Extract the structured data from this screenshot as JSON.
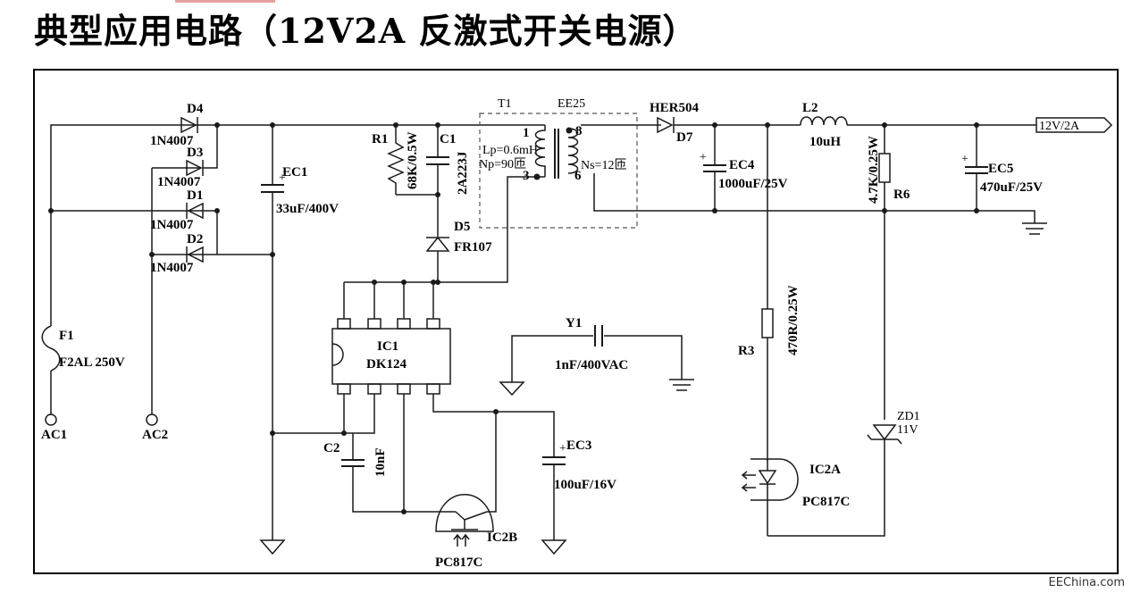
{
  "title": "典型应用电路（12V2A 反激式开关电源）",
  "watermark": "EEChina.com",
  "colors": {
    "accent": "#e8a0a0",
    "line": "#1a1a1a"
  },
  "components": {
    "d4": {
      "ref": "D4",
      "part": "1N4007"
    },
    "d3": {
      "ref": "D3",
      "part": "1N4007"
    },
    "d1": {
      "ref": "D1",
      "part": "1N4007"
    },
    "d2": {
      "ref": "D2",
      "part": "1N4007"
    },
    "ec1": {
      "ref": "EC1",
      "value": "33uF/400V"
    },
    "r1": {
      "ref": "R1",
      "value": "68K/0.5W"
    },
    "c1": {
      "ref": "C1",
      "value": "2A223J"
    },
    "d5": {
      "ref": "D5",
      "part": "FR107"
    },
    "t1": {
      "ref": "T1",
      "core": "EE25",
      "lp": "Lp=0.6mH",
      "np": "Np=90匝",
      "ns": "Ns=12匝",
      "pins": [
        "1",
        "3",
        "8",
        "6"
      ]
    },
    "d7": {
      "ref": "D7",
      "part": "HER504"
    },
    "ec4": {
      "ref": "EC4",
      "value": "1000uF/25V"
    },
    "l2": {
      "ref": "L2",
      "value": "10uH"
    },
    "r6": {
      "ref": "R6",
      "value": "4.7K/0.25W"
    },
    "ec5": {
      "ref": "EC5",
      "value": "470uF/25V"
    },
    "output": {
      "label": "12V/2A"
    },
    "f1": {
      "ref": "F1",
      "value": "F2AL 250V"
    },
    "ac1": {
      "label": "AC1"
    },
    "ac2": {
      "label": "AC2"
    },
    "ic1": {
      "ref": "IC1",
      "part": "DK124"
    },
    "y1": {
      "ref": "Y1",
      "value": "1nF/400VAC"
    },
    "r3": {
      "ref": "R3",
      "value": "470R/0.25W"
    },
    "zd1": {
      "ref": "ZD1",
      "value": "11V"
    },
    "ic2a": {
      "ref": "IC2A",
      "part": "PC817C"
    },
    "ic2b": {
      "ref": "IC2B",
      "part": "PC817C"
    },
    "c2": {
      "ref": "C2",
      "value": "10nF"
    },
    "ec3": {
      "ref": "EC3",
      "value": "100uF/16V"
    }
  }
}
